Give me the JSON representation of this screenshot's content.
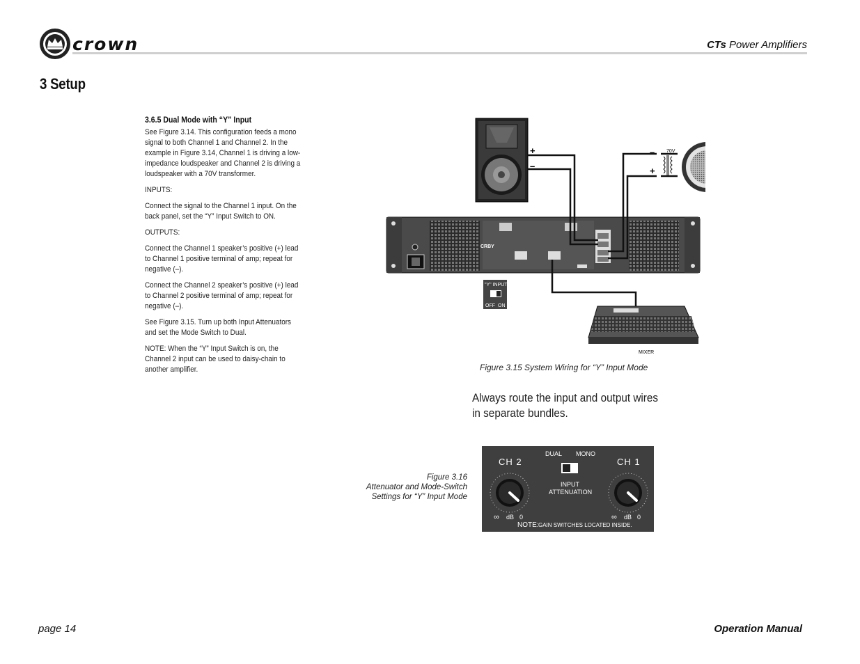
{
  "header": {
    "brand": "crown",
    "title_bold": "CTs",
    "title_rest": " Power Amplifiers"
  },
  "page_heading": "3 Setup",
  "section": {
    "title": "3.6.5 Dual Mode with “Y” Input",
    "paragraphs": [
      "See Figure 3.14. This configuration feeds a mono signal to both Channel 1 and Channel 2. In the example in Figure 3.14, Channel 1 is driving a low-impedance loudspeaker and Channel 2 is driving a loudspeaker with a 70V transformer.",
      "INPUTS:",
      "Connect the signal to the Channel 1 input. On the back panel, set the “Y” Input Switch to ON.",
      "OUTPUTS:",
      "Connect the Channel 1 speaker’s positive (+) lead  to Channel 1 positive terminal of amp; repeat for negative (–).",
      "Connect the Channel 2 speaker’s positive (+) lead  to Channel 2 positive terminal of amp; repeat for negative (–).",
      "See Figure 3.15. Turn up both Input Attenuators and set the Mode Switch to Dual.",
      "NOTE: When the “Y” Input Switch is on, the Channel 2 input can be used to daisy-chain to another amplifier."
    ]
  },
  "figure15": {
    "caption": "Figure 3.15  System Wiring for “Y” Input Mode",
    "plus": "+",
    "minus": "–",
    "transformer_label": "70V",
    "y_input_label": "\"Y\" INPUT",
    "y_off": "OFF",
    "y_on": "ON",
    "mixer_label": "MIXER",
    "amp_brand": "CRBY"
  },
  "note_text": "Always route the input and output wires in separate bundles.",
  "figure16": {
    "caption_lines": [
      "Figure 3.16",
      "Attenuator and Mode-Switch",
      "Settings for “Y” Input Mode"
    ],
    "ch2": "CH 2",
    "ch1": "CH 1",
    "dual": "DUAL",
    "mono": "MONO",
    "input_line1": "INPUT",
    "input_line2": "ATTENUATION",
    "inf": "∞",
    "db": "dB",
    "zero": "0",
    "note_label": "NOTE:",
    "note_text": "GAIN SWITCHES LOCATED INSIDE."
  },
  "footer": {
    "page": "page 14",
    "manual": "Operation Manual"
  }
}
